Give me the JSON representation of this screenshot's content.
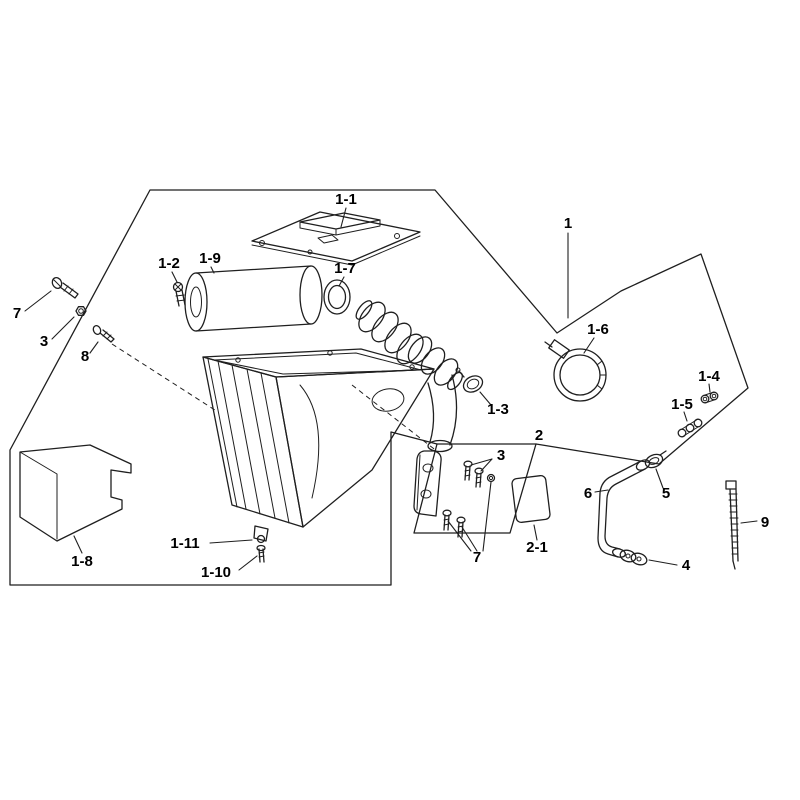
{
  "page": {
    "background": "#ffffff",
    "line_color": "#1f1f1f"
  },
  "diagram": {
    "type": "exploded-parts-diagram",
    "subject": "air-cleaner-assembly",
    "labels": {
      "assembly_1": "1",
      "cover_1_1": "1-1",
      "screw_1_2": "1-2",
      "clamp_1_3": "1-3",
      "clip_1_4": "1-4",
      "joint_1_5": "1-5",
      "hose_clamp_1_6": "1-6",
      "seal_1_7": "1-7",
      "shield_1_8": "1-8",
      "element_1_9": "1-9",
      "drain_1_10": "1-10",
      "bolt_1_11": "1-11",
      "bracket_2": "2",
      "pad_2_1": "2-1",
      "nut_3_left": "3",
      "bolt_3_right": "3",
      "clamp_4": "4",
      "clip_5": "5",
      "tube_6": "6",
      "screw_7_left": "7",
      "bolt_7_bottom": "7",
      "fitting_8": "8",
      "tie_9": "9"
    }
  }
}
